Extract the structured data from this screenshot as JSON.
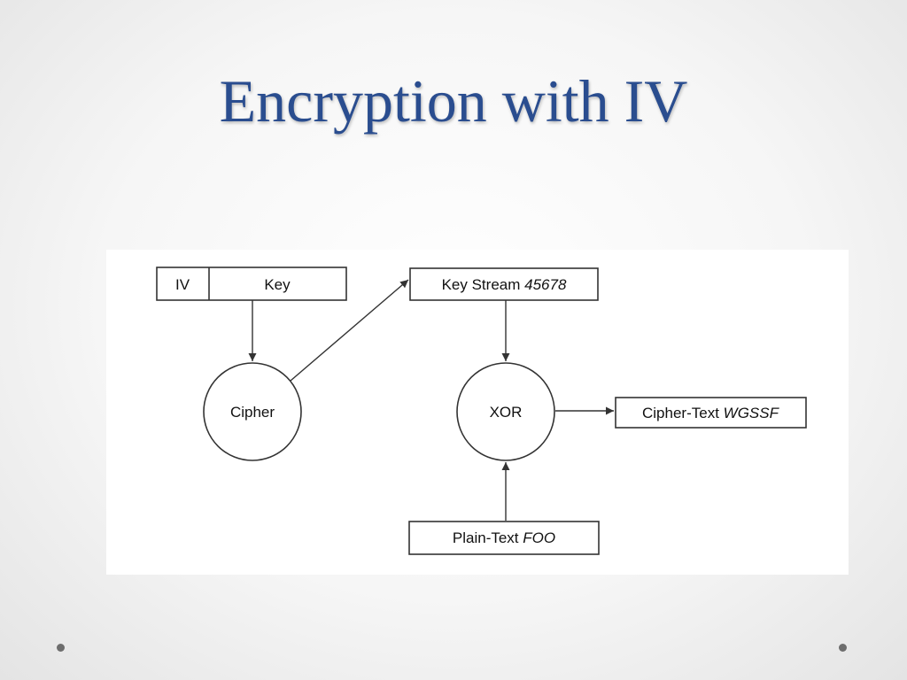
{
  "slide": {
    "title": "Encryption with IV"
  },
  "diagram": {
    "key_input": {
      "iv_label": "IV",
      "key_label": "Key"
    },
    "cipher_node": {
      "label": "Cipher"
    },
    "key_stream": {
      "label": "Key Stream",
      "value": "45678"
    },
    "xor_node": {
      "label": "XOR"
    },
    "cipher_text": {
      "label": "Cipher-Text",
      "value": "WGSSF"
    },
    "plain_text": {
      "label": "Plain-Text",
      "value": "FOO"
    },
    "colors": {
      "title": "#2a4d8f",
      "stroke": "#333333",
      "text": "#111111"
    }
  }
}
